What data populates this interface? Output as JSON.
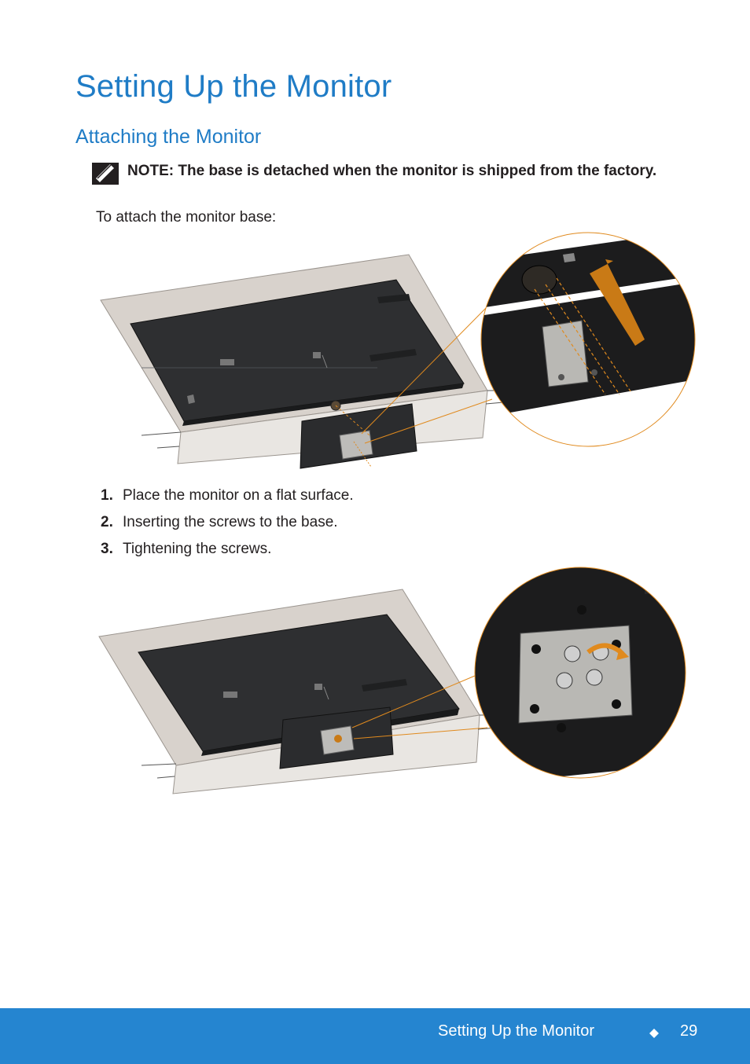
{
  "header": {
    "title": "Setting Up the Monitor",
    "section": "Attaching the Monitor"
  },
  "note": {
    "icon": "note-pencil-icon",
    "text": "NOTE: The base is detached when the monitor is shipped from the factory."
  },
  "intro": "To attach the monitor base:",
  "steps": [
    {
      "number": "1.",
      "text": "Place the monitor on a flat surface."
    },
    {
      "number": "2.",
      "text": "Inserting the screws to the base."
    },
    {
      "number": "3.",
      "text": "Tightening the screws."
    }
  ],
  "footer": {
    "title": "Setting Up the Monitor",
    "separator_icon": "diamond-icon",
    "page": "29"
  },
  "colors": {
    "heading_blue": "#1f7cc6",
    "footer_blue": "#2585d0",
    "callout_orange": "#e08a1e"
  }
}
